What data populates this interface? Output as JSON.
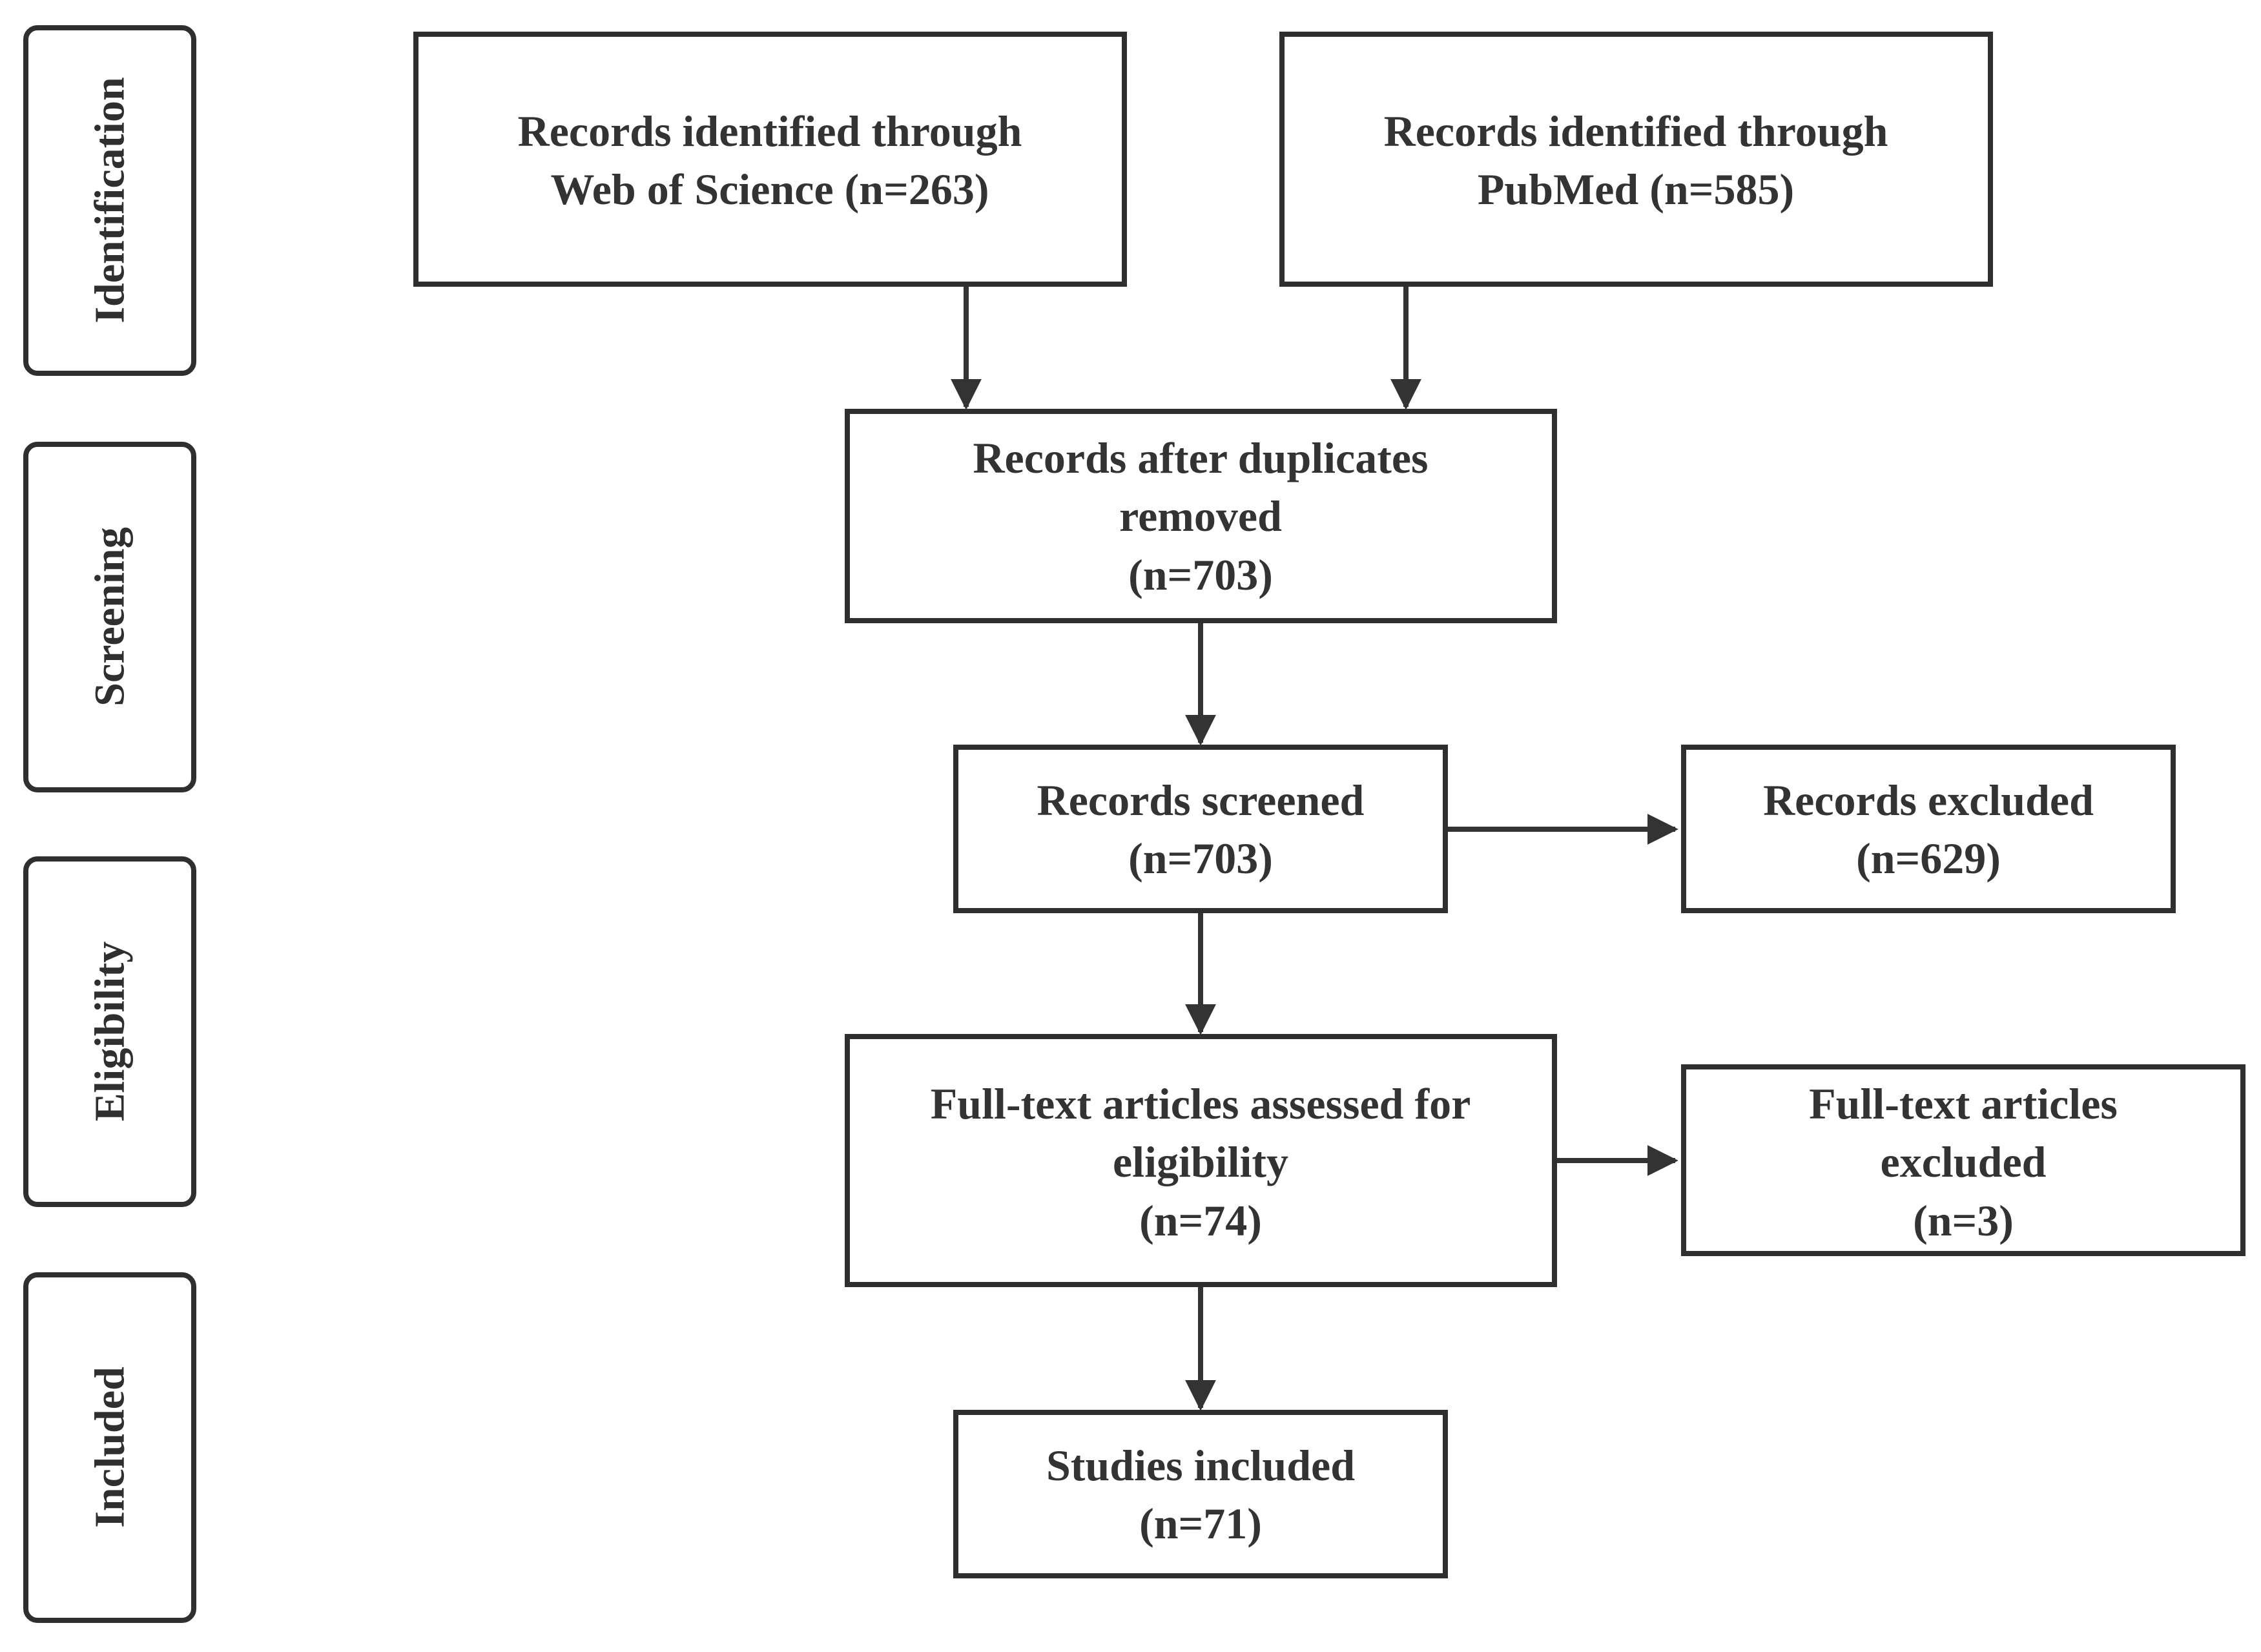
{
  "stages": {
    "identification": "Identification",
    "screening": "Screening",
    "eligibility": "Eligibility",
    "included": "Included"
  },
  "nodes": {
    "wos": {
      "line1": "Records identified through",
      "line2": "Web of Science (n=263)"
    },
    "pubmed": {
      "line1": "Records identified through",
      "line2": "PubMed (n=585)"
    },
    "dedup": {
      "line1": "Records after duplicates",
      "line2": "removed",
      "line3": "(n=703)"
    },
    "screened": {
      "line1": "Records screened",
      "line2": "(n=703)"
    },
    "excluded": {
      "line1": "Records excluded",
      "line2": "(n=629)"
    },
    "fulltext": {
      "line1": "Full-text articles assessed for",
      "line2": "eligibility",
      "line3": "(n=74)"
    },
    "fulltext_excluded": {
      "line1": "Full-text articles",
      "line2": "excluded",
      "line3": "(n=3)"
    },
    "included": {
      "line1": "Studies included",
      "line2": "(n=71)"
    }
  }
}
